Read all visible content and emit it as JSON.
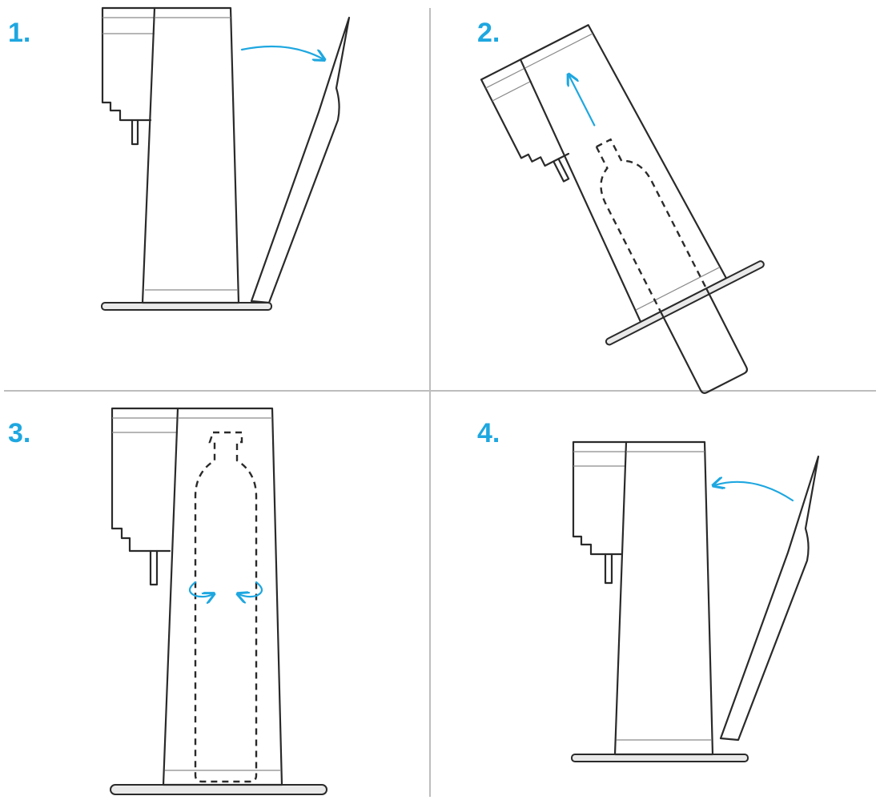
{
  "colors": {
    "accent": "#1ea7e0",
    "outline": "#2a2a2a",
    "divider": "#bdbdbd",
    "background": "#ffffff"
  },
  "steps": [
    {
      "number": "1.",
      "action": "open-cover"
    },
    {
      "number": "2.",
      "action": "insert-bottle"
    },
    {
      "number": "3.",
      "action": "screw-bottle"
    },
    {
      "number": "4.",
      "action": "close-cover"
    }
  ]
}
